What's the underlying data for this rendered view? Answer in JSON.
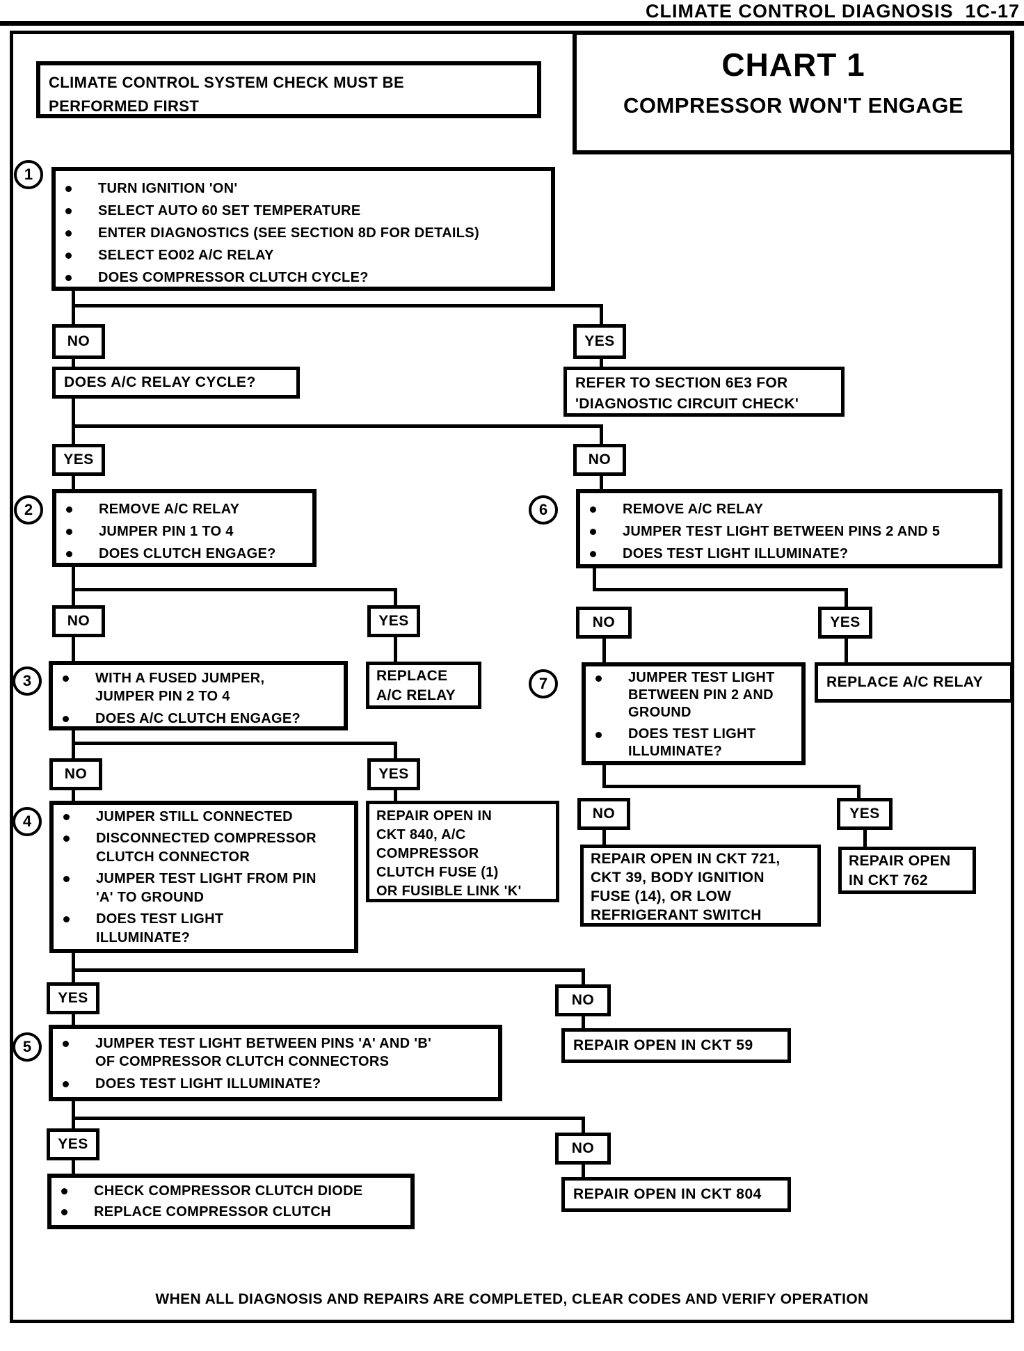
{
  "page": {
    "header": "CLIMATE CONTROL DIAGNOSIS  1C-17",
    "footer": "WHEN ALL DIAGNOSIS AND REPAIRS ARE COMPLETED, CLEAR CODES AND VERIFY OPERATION",
    "ink_color": "#000000",
    "paper_color": "#ffffff"
  },
  "chart": {
    "title": "CHART 1",
    "subtitle": "COMPRESSOR WON'T ENGAGE"
  },
  "notice": {
    "text": "CLIMATE CONTROL SYSTEM CHECK MUST BE\nPERFORMED FIRST"
  },
  "decision": {
    "yes": "YES",
    "no": "NO"
  },
  "steps": {
    "s1": {
      "num": "1",
      "bullets": [
        "TURN IGNITION 'ON'",
        "SELECT AUTO 60 SET TEMPERATURE",
        "ENTER DIAGNOSTICS (SEE SECTION 8D FOR DETAILS)",
        "SELECT EO02 A/C RELAY",
        "DOES COMPRESSOR CLUTCH CYCLE?"
      ]
    },
    "s2": {
      "num": "2",
      "bullets": [
        "REMOVE A/C RELAY",
        "JUMPER PIN 1 TO 4",
        "DOES CLUTCH ENGAGE?"
      ]
    },
    "s3": {
      "num": "3",
      "bullets": [
        "WITH A FUSED JUMPER,\nJUMPER PIN 2 TO 4",
        "DOES A/C CLUTCH ENGAGE?"
      ]
    },
    "s4": {
      "num": "4",
      "bullets": [
        "JUMPER STILL CONNECTED",
        "DISCONNECTED COMPRESSOR\nCLUTCH CONNECTOR",
        "JUMPER TEST LIGHT FROM PIN\n'A' TO GROUND",
        "DOES TEST LIGHT\nILLUMINATE?"
      ]
    },
    "s5": {
      "num": "5",
      "bullets": [
        "JUMPER TEST LIGHT BETWEEN PINS 'A' AND 'B'\nOF COMPRESSOR CLUTCH CONNECTORS",
        "DOES TEST LIGHT ILLUMINATE?"
      ]
    },
    "s6": {
      "num": "6",
      "bullets": [
        "REMOVE A/C RELAY",
        "JUMPER TEST LIGHT BETWEEN PINS 2 AND 5",
        "DOES TEST LIGHT ILLUMINATE?"
      ]
    },
    "s7": {
      "num": "7",
      "bullets": [
        "JUMPER TEST LIGHT\nBETWEEN PIN 2 AND\nGROUND",
        "DOES TEST LIGHT\nILLUMINATE?"
      ]
    }
  },
  "nodes": {
    "q_relay_cycle": "DOES A/C RELAY CYCLE?",
    "refer_6e3": "REFER TO SECTION 6E3 FOR\n'DIAGNOSTIC CIRCUIT CHECK'",
    "replace_relay_two_line": "REPLACE\nA/C RELAY",
    "replace_relay": "REPLACE A/C RELAY",
    "ckt840": "REPAIR OPEN IN\nCKT 840, A/C\nCOMPRESSOR\nCLUTCH FUSE (1)\nOR FUSIBLE LINK 'K'",
    "ckt59": "REPAIR OPEN IN CKT 59",
    "ckt804": "REPAIR OPEN IN CKT 804",
    "ckt721": "REPAIR OPEN IN CKT 721,\nCKT 39, BODY IGNITION\nFUSE (14), OR LOW\nREFRIGERANT SWITCH",
    "ckt762": "REPAIR OPEN\nIN CKT 762",
    "final_bullets": [
      "CHECK COMPRESSOR CLUTCH DIODE",
      "REPLACE  COMPRESSOR CLUTCH"
    ]
  }
}
